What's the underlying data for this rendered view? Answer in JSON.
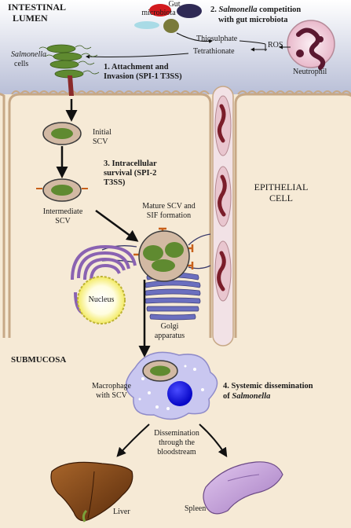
{
  "regions": {
    "lumen_line1": "INTESTINAL",
    "lumen_line2": "LUMEN",
    "submucosa": "SUBMUCOSA",
    "epithelial_line1": "EPITHELIAL",
    "epithelial_line2": "CELL"
  },
  "microbiota": {
    "label_line1": "Gut",
    "label_line2": "microbiota",
    "thiosulphate": "Thiosulphate",
    "tetrathionate": "Tetrathionate",
    "ros": "ROS",
    "neutrophil": "Neutrophil"
  },
  "salmonella_cells": {
    "italic": "Salmonella",
    "rest": "cells"
  },
  "steps": {
    "step1_line1": "1.  Attachment and",
    "step1_line2": "Invasion (SPI-1 T3SS)",
    "step2_prefix": "2.",
    "step2_italic": "Salmonella",
    "step2_line1_rest": "competition",
    "step2_line2": "with gut microbiota",
    "step3_line1": "3. Intracellular",
    "step3_line2": "survival (SPI-2",
    "step3_line3": "T3SS)",
    "step4_line1": "4. Systemic dissemination",
    "step4_line2_prefix": "of",
    "step4_line2_italic": "Salmonella"
  },
  "scv": {
    "initial_line1": "Initial",
    "initial_line2": "SCV",
    "intermediate_line1": "Intermediate",
    "intermediate_line2": "SCV",
    "mature_line1": "Mature SCV and",
    "mature_line2": "SIF formation"
  },
  "organelles": {
    "nucleus": "Nucleus",
    "golgi_line1": "Golgi",
    "golgi_line2": "apparatus"
  },
  "macrophage": {
    "line1": "Macrophage",
    "line2": "with SCV"
  },
  "dissemination": {
    "line1": "Dissemination",
    "line2": "through the",
    "line3": "bloodstream"
  },
  "organs": {
    "liver": "Liver",
    "spleen": "Spleen"
  },
  "colors": {
    "lumen": "#c3c8dd",
    "cytoplasm": "#f6ead6",
    "membrane": "#c7a886",
    "bacteria": "#5f8a30",
    "scv_fill": "#d2b9a3",
    "macrophage": "#c9c7f0",
    "liver": "#8a4a17",
    "spleen": "#c4a3d6"
  }
}
